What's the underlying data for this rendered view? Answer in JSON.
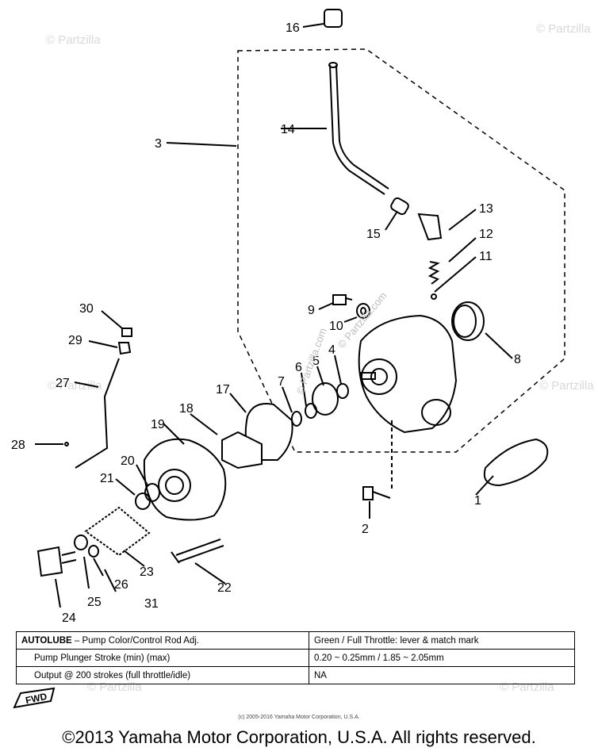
{
  "watermarks": [
    "© Partzilla",
    "© Partzilla",
    "© Partzilla",
    "© Partzilla",
    "© Partzilla",
    "© Partzilla",
    "© Partzilla.com",
    "© Partzilla.com"
  ],
  "callouts": [
    "1",
    "2",
    "3",
    "4",
    "5",
    "6",
    "7",
    "8",
    "9",
    "10",
    "11",
    "12",
    "13",
    "14",
    "15",
    "16",
    "17",
    "18",
    "19",
    "20",
    "21",
    "22",
    "23",
    "24",
    "25",
    "26",
    "27",
    "28",
    "29",
    "30",
    "31"
  ],
  "spec_table": {
    "rows": [
      {
        "label_prefix": "AUTOLUBE",
        "label_rest": " – Pump Color/Control Rod Adj.",
        "value": "Green / Full Throttle: lever & match mark"
      },
      {
        "label_prefix": "",
        "label_rest": "Pump Plunger Stroke (min) (max)",
        "value": "0.20 ~ 0.25mm / 1.85 ~ 2.05mm"
      },
      {
        "label_prefix": "",
        "label_rest": "Output @ 200 strokes (full throttle/idle)",
        "value": "NA"
      }
    ]
  },
  "fwd_label": "FWD",
  "small_copyright": "(c) 2005-2016 Yamaha Motor Corporation, U.S.A.",
  "main_copyright": "©2013 Yamaha Motor Corporation, U.S.A. All rights reserved."
}
